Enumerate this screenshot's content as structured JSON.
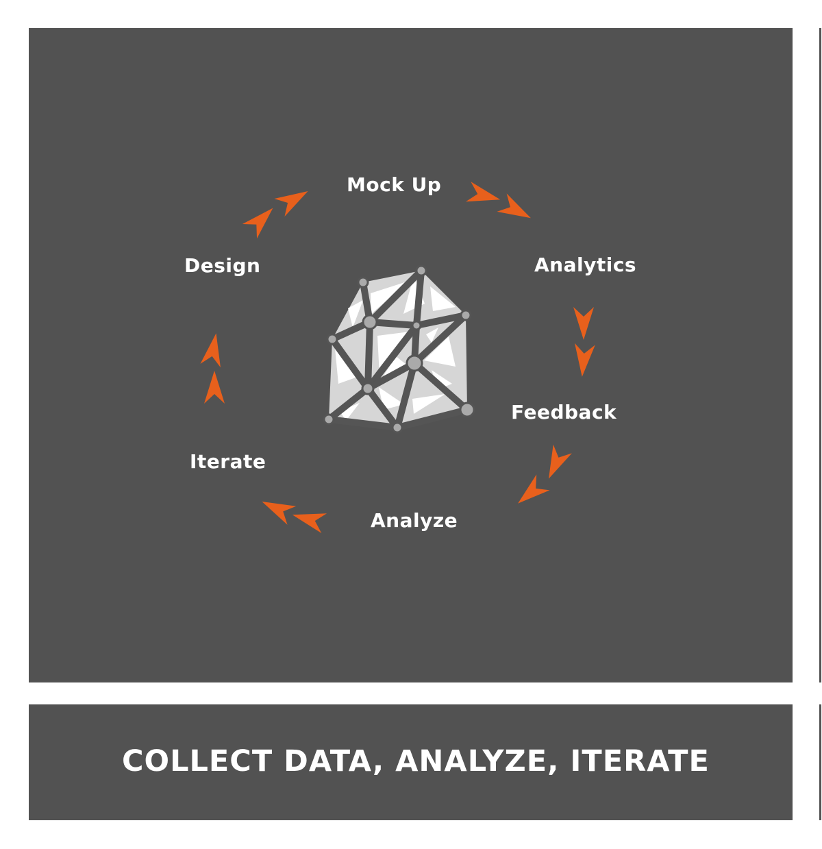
{
  "cycle": {
    "steps": [
      "Mock Up",
      "Analytics",
      "Feedback",
      "Analyze",
      "Iterate",
      "Design"
    ]
  },
  "caption": "COLLECT DATA, ANALYZE, ITERATE",
  "colors": {
    "panel": "#525252",
    "arrow": "#e8601c",
    "text": "#ffffff",
    "icon": "#d6d6d6"
  },
  "icons": {
    "center": "triangulated-mesh-icon",
    "arrows": "chevron-arrow-icon"
  }
}
